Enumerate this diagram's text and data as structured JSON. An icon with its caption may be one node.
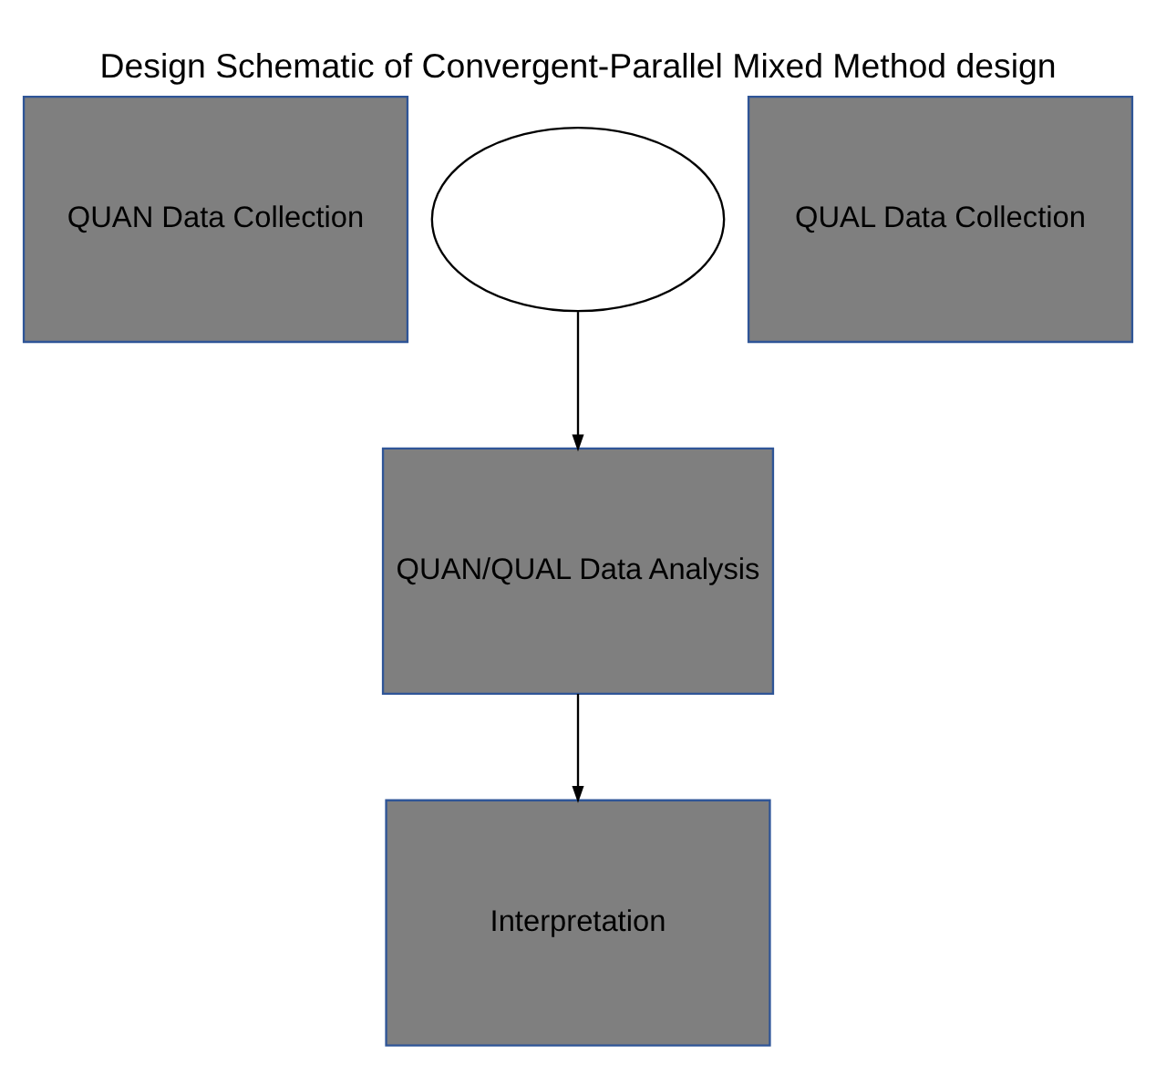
{
  "diagram": {
    "title": "Design Schematic of Convergent-Parallel Mixed Method design",
    "nodes": [
      {
        "text": [
          "QUAN Data Collection"
        ]
      },
      {
        "text": [],
        "shape": "ellipse"
      },
      {
        "text": [
          "QUAL Data Collection"
        ]
      },
      {
        "text": [
          "QUAN/QUAL Data Analysis"
        ]
      },
      {
        "text": [
          "Interpretation"
        ]
      }
    ],
    "edges": [
      {
        "from": 1,
        "to": 3,
        "arrow": "to"
      },
      {
        "from": 3,
        "to": 4,
        "arrow": "to"
      }
    ]
  }
}
